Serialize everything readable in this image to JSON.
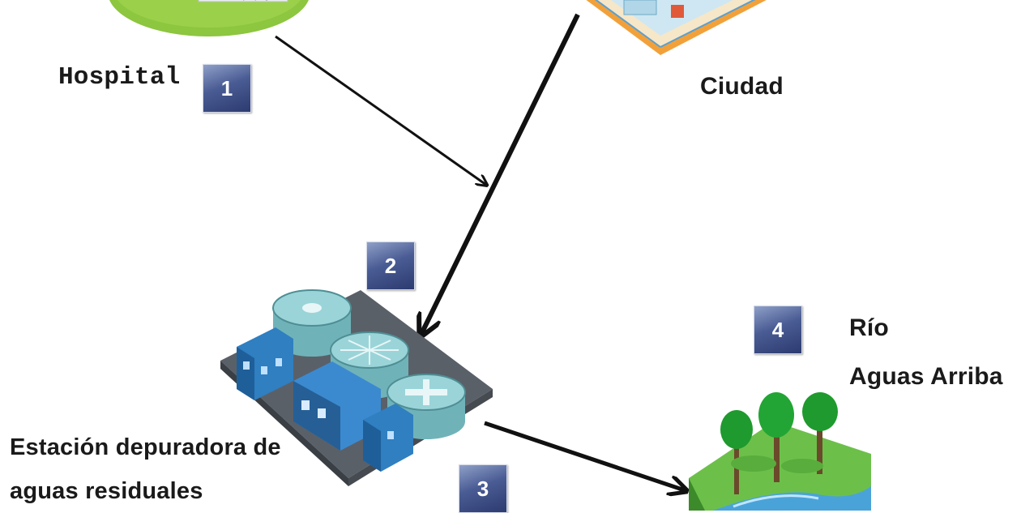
{
  "nodes": {
    "hospital": {
      "label": "Hospital",
      "step": "1"
    },
    "city": {
      "label": "Ciudad"
    },
    "treatment_plant": {
      "label_line1": "Estación depuradora de",
      "label_line2": "aguas residuales",
      "step_in": "2",
      "step_out": "3"
    },
    "river": {
      "label_line1": "Río",
      "label_line2": "Aguas Arriba",
      "step": "4"
    }
  },
  "colors": {
    "badge": "#3b4c85",
    "arrow": "#111111",
    "grass": "#8dc63f",
    "tank": "#7cc3c8",
    "building": "#2f7fc1",
    "city_edge": "#f2a13a",
    "water": "#4aa3d8",
    "tree": "#1f9a2e"
  }
}
